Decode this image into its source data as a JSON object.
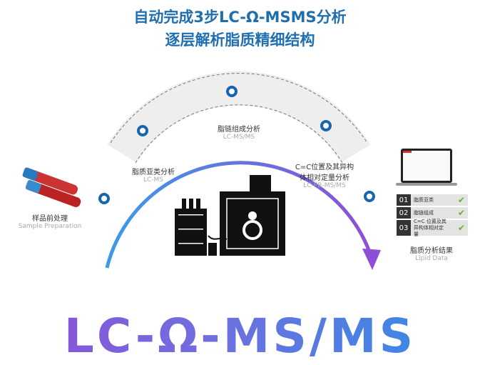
{
  "title": {
    "line1": "自动完成3步LC-Ω-MSMS分析",
    "line2": "逐层解析脂质精细结构"
  },
  "stages": [
    {
      "cn": "样品前处理",
      "en": "Sample Preparation"
    },
    {
      "cn": "脂质亚类分析",
      "en": "LC-MS"
    },
    {
      "cn": "脂链组成分析",
      "en": "LC-MS/MS"
    },
    {
      "cn": "C=C位置及其异构",
      "cn2": "体相对定量分析",
      "en": "LC-PB-MS/MS"
    },
    {
      "cn": "脂质分析结果",
      "en": "Lipid Data"
    }
  ],
  "results": [
    {
      "num": "01",
      "text": "脂质亚类",
      "check": "✔"
    },
    {
      "num": "02",
      "text": "脂链组成",
      "check": "✔"
    },
    {
      "num": "03",
      "text": "C=C 位置及其异构体相对定量",
      "check": "✔"
    }
  ],
  "brand": "LC-Ω-MS/MS",
  "colors": {
    "title": "#1f6fb0",
    "arc_start": "#3a9be8",
    "arc_end": "#8e4fd6",
    "node": "#1565b0"
  }
}
